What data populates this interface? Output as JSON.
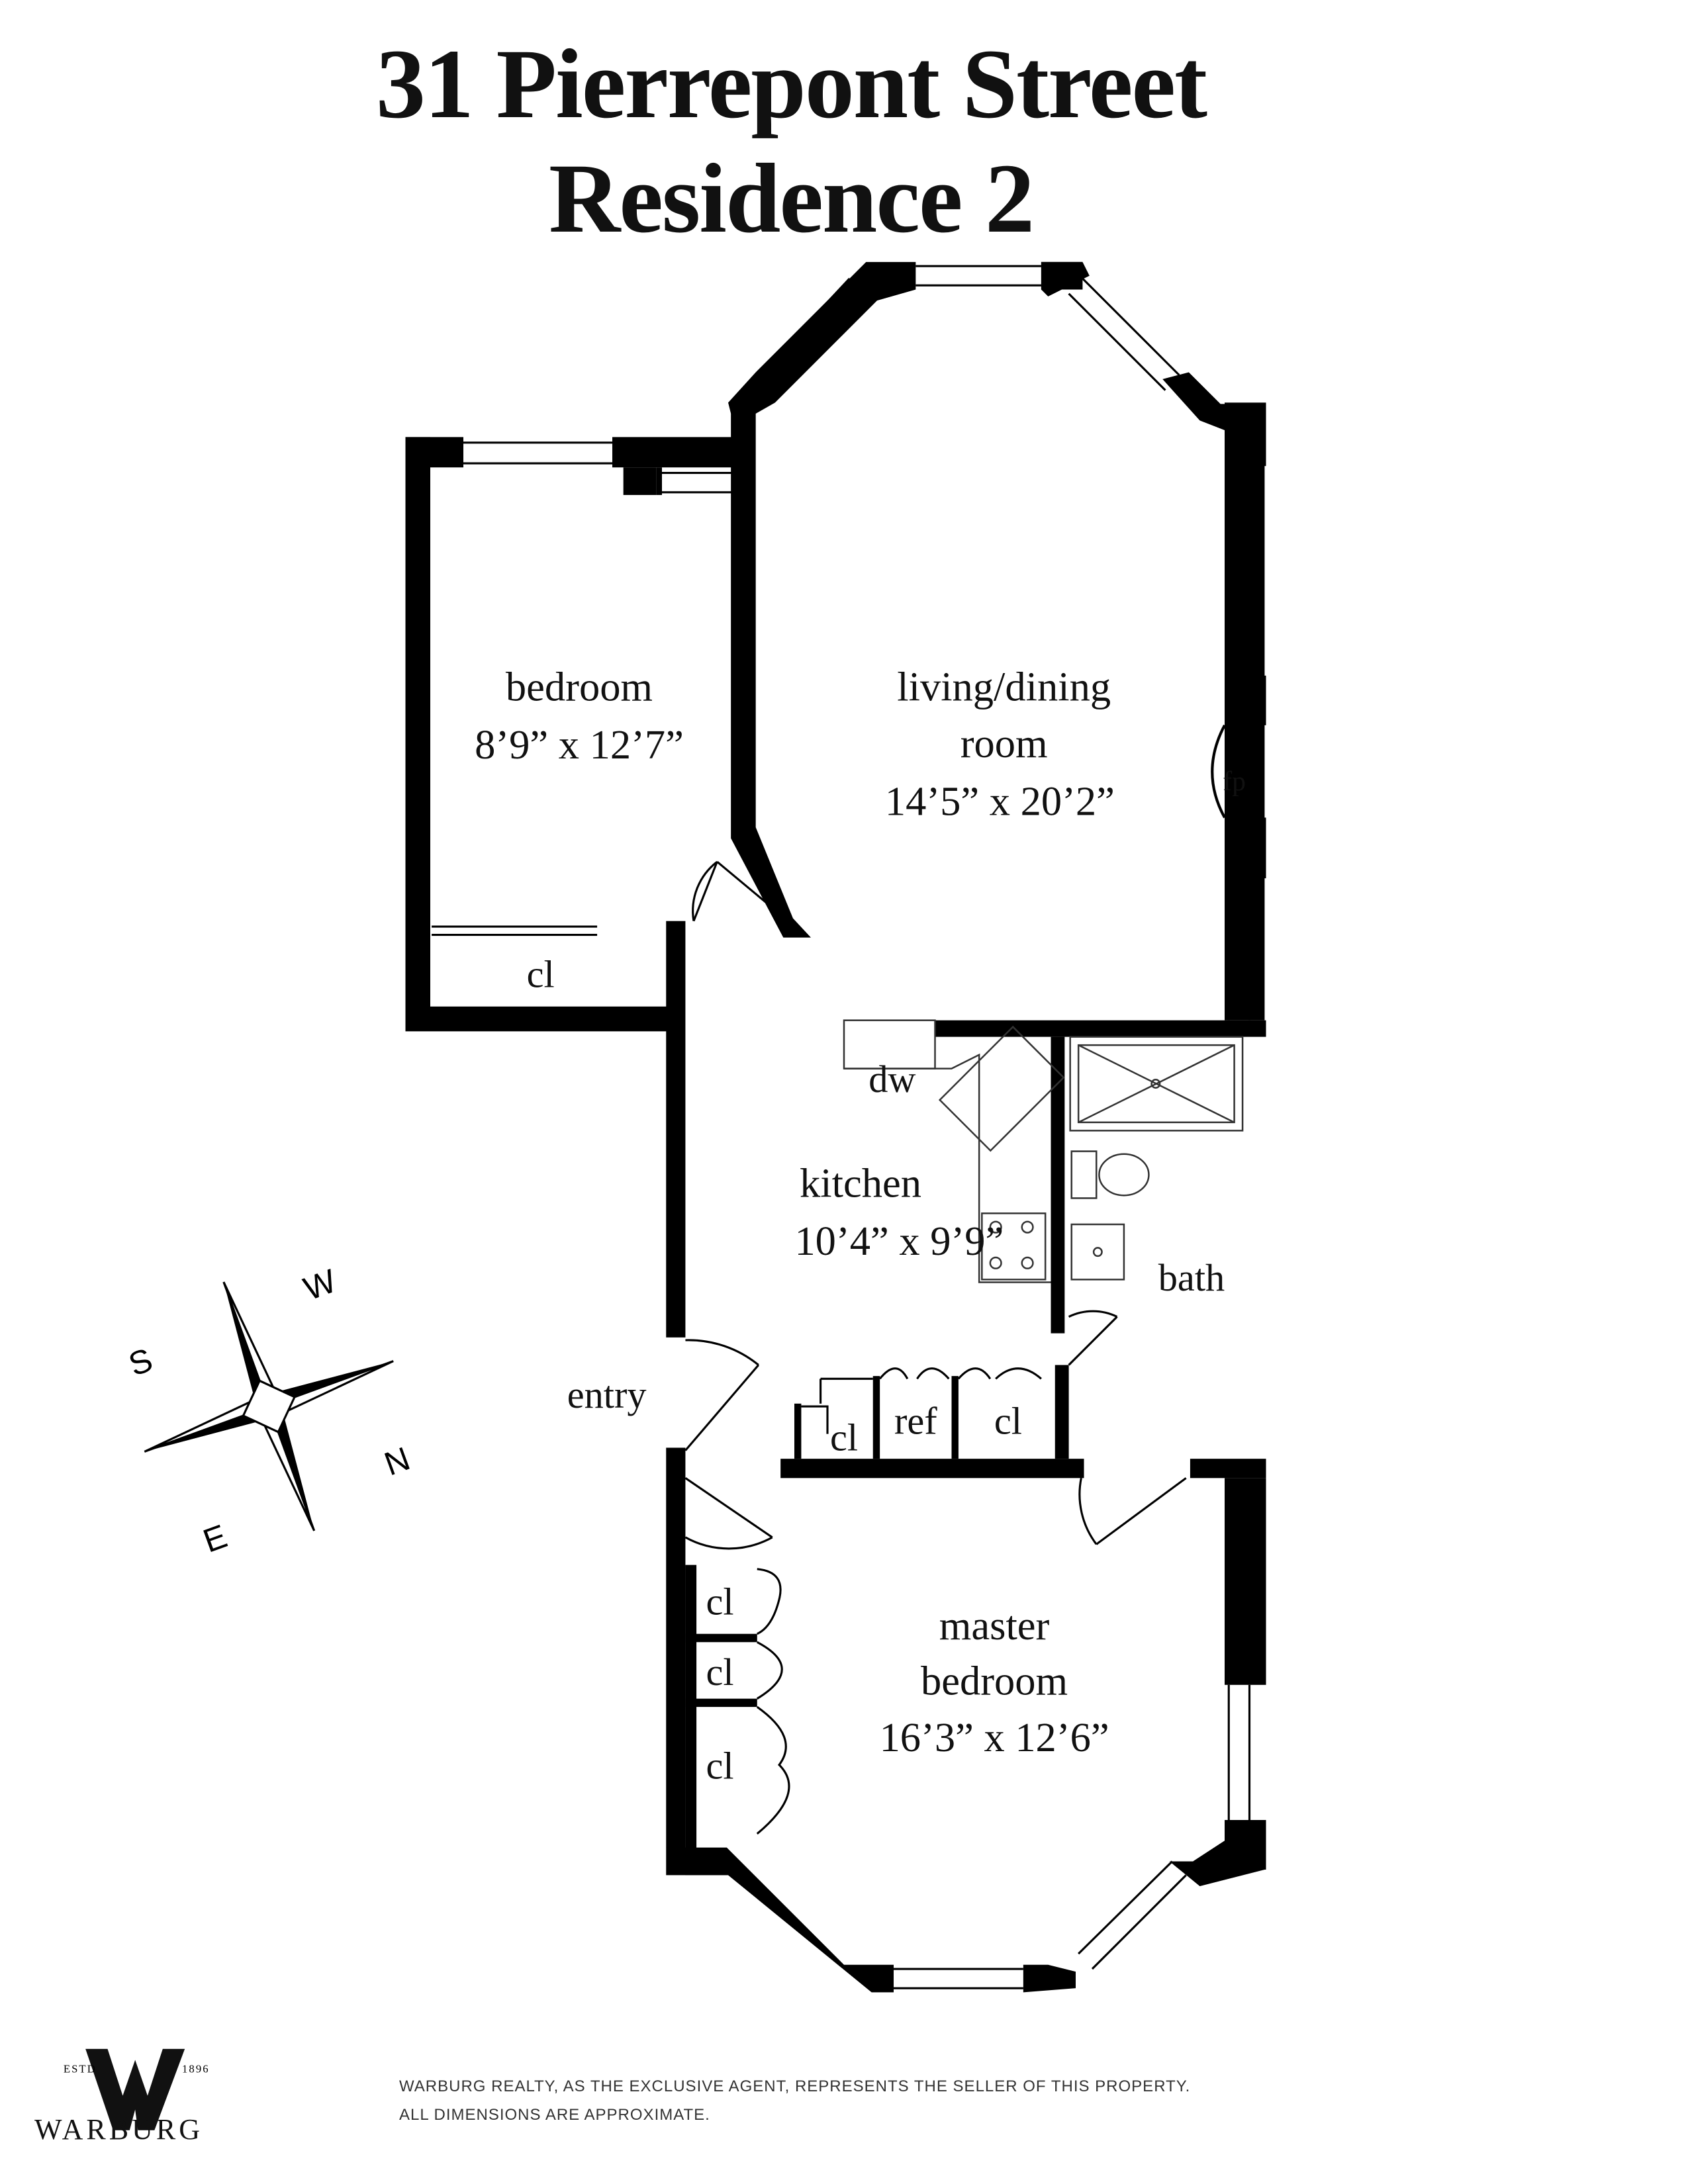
{
  "header": {
    "title_line1": "31 Pierrepont Street",
    "title_line2": "Residence 2"
  },
  "rooms": {
    "bedroom": {
      "name": "bedroom",
      "dims": "8’9” x 12’7”"
    },
    "living": {
      "name_line1": "living/dining",
      "name_line2": "room",
      "dims": "14’5” x 20’2”"
    },
    "kitchen": {
      "name": "kitchen",
      "dims": "10’4” x 9’9”"
    },
    "master": {
      "name_line1": "master",
      "name_line2": "bedroom",
      "dims": "16’3” x 12’6”"
    },
    "bath": {
      "name": "bath"
    },
    "entry": {
      "name": "entry"
    }
  },
  "fixtures": {
    "fireplace": "fp",
    "dishwasher": "dw",
    "refrigerator": "ref",
    "closet": "cl"
  },
  "compass": {
    "north": "N",
    "south": "S",
    "east": "E",
    "west": "W"
  },
  "footer": {
    "line1": "WARBURG REALTY, AS THE EXCLUSIVE AGENT, REPRESENTS THE SELLER OF THIS PROPERTY.",
    "line2": "ALL DIMENSIONS ARE APPROXIMATE."
  },
  "brand": {
    "name": "WARBURG",
    "estd": "ESTD",
    "year": "1896"
  },
  "colors": {
    "wall": "#000000",
    "fixture_stroke": "#333333",
    "background": "#ffffff"
  }
}
